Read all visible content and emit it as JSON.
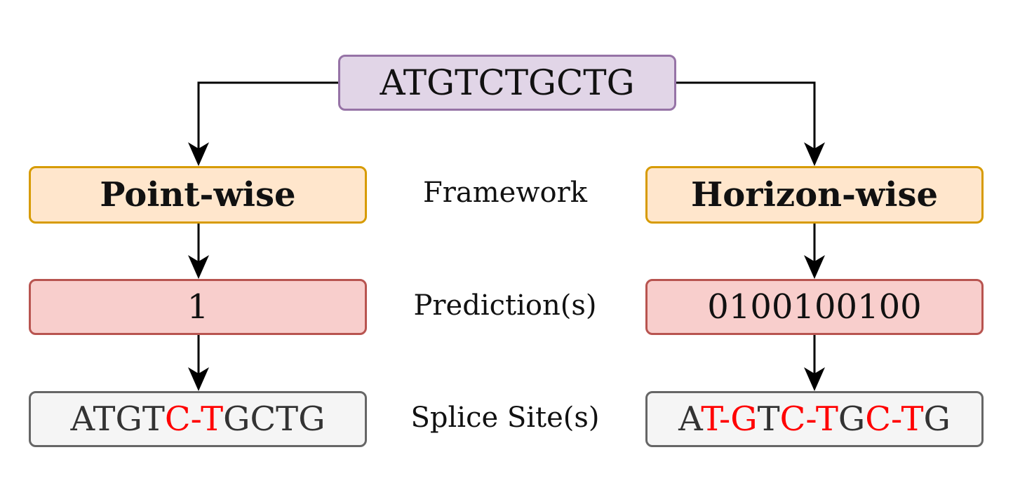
{
  "root": {
    "sequence": "ATGTCTGCTG"
  },
  "row_labels": {
    "framework": "Framework",
    "predictions": "Prediction(s)",
    "splice_sites": "Splice Site(s)"
  },
  "left": {
    "framework": "Point-wise",
    "prediction": "1",
    "splice_site_segments": [
      {
        "text": "ATGT",
        "highlight": false
      },
      {
        "text": "C-T",
        "highlight": true
      },
      {
        "text": "GCTG",
        "highlight": false
      }
    ]
  },
  "right": {
    "framework": "Horizon-wise",
    "prediction": "0100100100",
    "splice_site_segments": [
      {
        "text": "A",
        "highlight": false
      },
      {
        "text": "T-G",
        "highlight": true
      },
      {
        "text": "T",
        "highlight": false
      },
      {
        "text": "C-T",
        "highlight": true
      },
      {
        "text": "G",
        "highlight": false
      },
      {
        "text": "C-T",
        "highlight": true
      },
      {
        "text": "G",
        "highlight": false
      }
    ]
  },
  "colors": {
    "highlight": "#ff0000",
    "root_fill": "#e1d5e7",
    "root_border": "#9673a6",
    "framework_fill": "#ffe6cc",
    "framework_border": "#d79b00",
    "prediction_fill": "#f8cecc",
    "prediction_border": "#b85450",
    "site_fill": "#f5f5f5",
    "site_border": "#666666"
  }
}
